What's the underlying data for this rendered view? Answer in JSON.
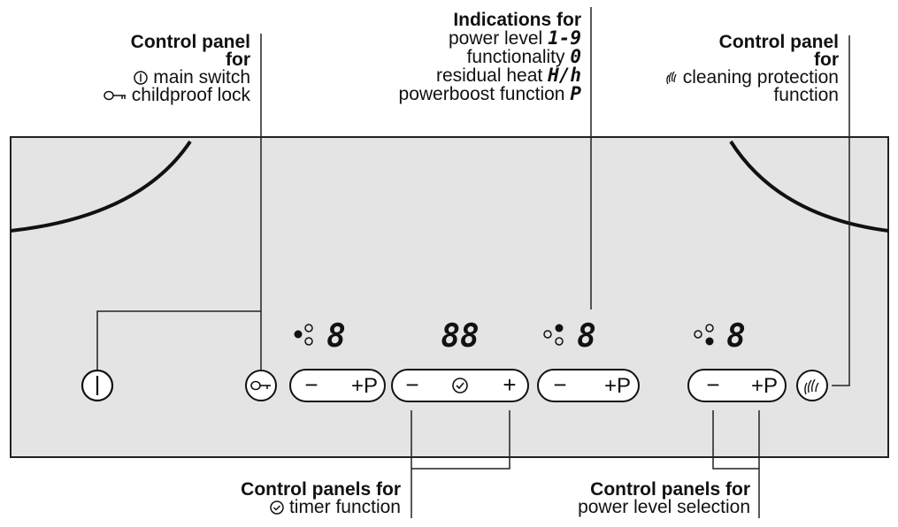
{
  "labels": {
    "left_top": {
      "title_1": "Control panel",
      "title_2": "for",
      "line_1": "main switch",
      "line_2": "childproof lock"
    },
    "center_top": {
      "title": "Indications for",
      "line_1": "power level",
      "line_1_code": "1-9",
      "line_2": "functionality",
      "line_2_code": "0",
      "line_3": "residual heat",
      "line_3_code": "H/h",
      "line_4": "powerboost function",
      "line_4_code": "P"
    },
    "right_top": {
      "title_1": "Control panel",
      "title_2": "for",
      "line_1": "cleaning protection",
      "line_2": "function"
    },
    "bottom_left": {
      "title": "Control panels for",
      "line_1": "timer function"
    },
    "bottom_right": {
      "title": "Control panels for",
      "line_1": "power level selection"
    }
  },
  "panel": {
    "displays": [
      "8",
      "88",
      "8",
      "8"
    ],
    "button_minus": "−",
    "button_plus_p": "+P",
    "button_plus": "+"
  },
  "icons": [
    "main-switch-icon",
    "key-lock-icon",
    "clock-icon",
    "cleaning-hand-icon"
  ]
}
